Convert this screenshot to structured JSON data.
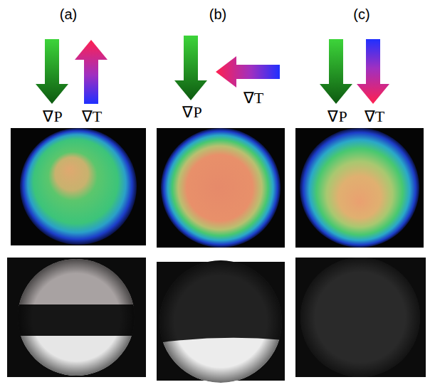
{
  "diagram": {
    "labels": [
      "(a)",
      "(b)",
      "(c)",
      "∇P",
      "∇T",
      "∇P",
      "∇T",
      "∇P",
      "∇T"
    ]
  }
}
